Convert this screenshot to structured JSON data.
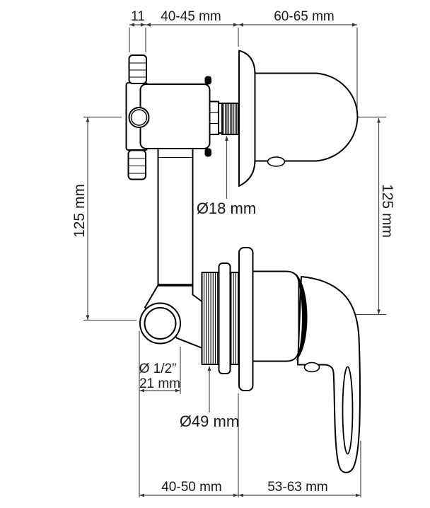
{
  "diagram": {
    "labels": {
      "top_offset": "11",
      "top_depth_range": "40-45 mm",
      "knob_depth_range": "60-65 mm",
      "left_height": "125 mm",
      "right_height": "125 mm",
      "thread_diameter": "Ø18 mm",
      "inlet_thread": "Ø 1/2”",
      "inlet_width": "21 mm",
      "body_diameter": "Ø49 mm",
      "bottom_depth_range": "40-50 mm",
      "handle_depth_range": "53-63 mm"
    },
    "colors": {
      "background": "#ffffff",
      "outline": "#000000",
      "dimension_lines": "#4d4d4d",
      "text": "#1a1a1a"
    }
  }
}
